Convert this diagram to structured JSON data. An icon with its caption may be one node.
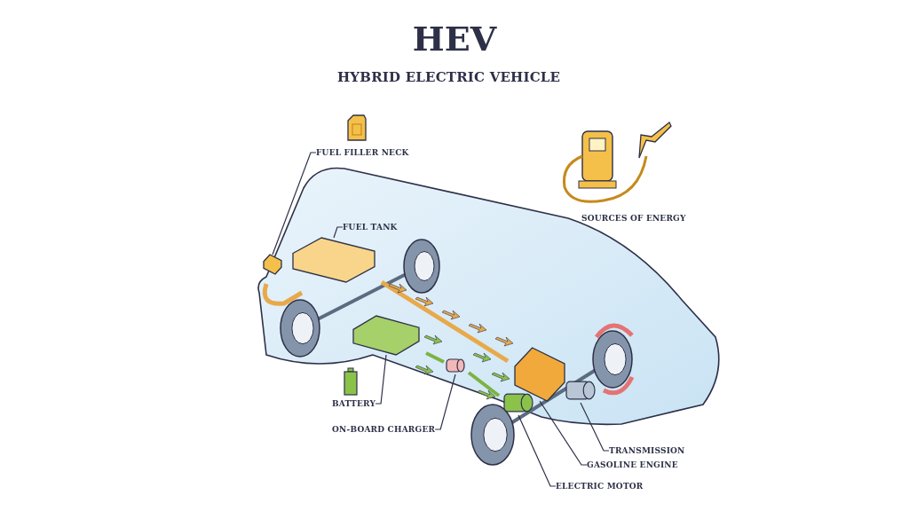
{
  "diagram": {
    "title": "HEV",
    "nodes": [
      {
        "text": [
          "FUEL FILLER NECK"
        ]
      },
      {
        "text": [],
        "shape": "box"
      },
      {
        "text": [
          "FUEL TANK"
        ]
      },
      {
        "text": [],
        "shape": "box"
      },
      {
        "text": [
          "BATTERY"
        ]
      },
      {
        "text": [],
        "shape": "box"
      },
      {
        "text": [
          "ON-BOARD CHARGER"
        ]
      },
      {
        "text": [],
        "shape": "cylinder"
      },
      {
        "text": [
          "TRANSMISSION"
        ]
      },
      {
        "text": [],
        "shape": "cylinder"
      },
      {
        "text": [
          "GASOLINE ENGINE"
        ]
      },
      {
        "text": [],
        "shape": "box"
      },
      {
        "text": [
          "ELECTRIC MOTOR"
        ]
      },
      {
        "text": [],
        "shape": "cylinder"
      }
    ],
    "edges": [
      {
        "from": 0,
        "to": 1,
        "arrow": "none"
      },
      {
        "from": 2,
        "to": 3,
        "arrow": "none"
      },
      {
        "from": 4,
        "to": 5,
        "arrow": "none"
      },
      {
        "from": 6,
        "to": 7,
        "arrow": "none"
      },
      {
        "from": 8,
        "to": 9,
        "arrow": "none"
      },
      {
        "from": 10,
        "to": 11,
        "arrow": "none"
      },
      {
        "from": 12,
        "to": 13,
        "arrow": "none"
      }
    ],
    "labels": [
      "HYBRID ELECTRIC VEHICLE",
      "SOURCES OF ENERGY"
    ]
  }
}
